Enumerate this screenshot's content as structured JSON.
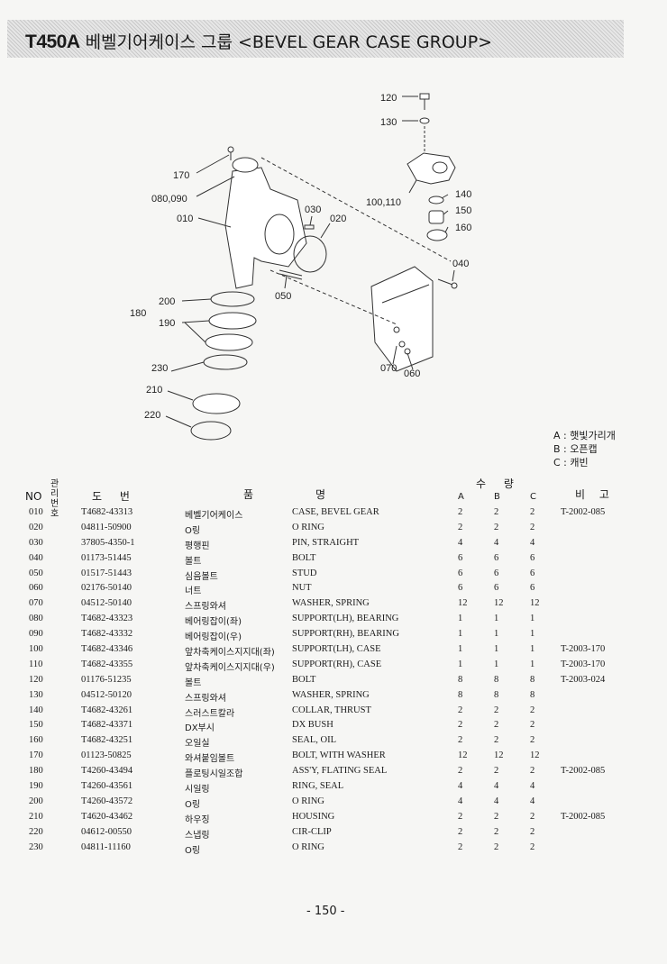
{
  "header": {
    "model": "T450A",
    "title_kr": "베벨기어케이스 그룹",
    "title_en": "<BEVEL GEAR CASE GROUP>"
  },
  "diagram_labels": [
    "120",
    "130",
    "170",
    "080,090",
    "100,110",
    "140",
    "030",
    "020",
    "150",
    "010",
    "160",
    "040",
    "050",
    "200",
    "180",
    "190",
    "230",
    "070",
    "060",
    "210",
    "220"
  ],
  "legend": [
    "A : 햇빛가리개",
    "B : 오픈캡",
    "C : 캐빈"
  ],
  "table_header": {
    "no": "NO",
    "mgmt": "관리 번호",
    "code": "도 번",
    "name_part1": "품",
    "name_part2": "명",
    "qty": "수 량",
    "a": "A",
    "b": "B",
    "c": "C",
    "remark": "비 고"
  },
  "rows": [
    {
      "no": "010",
      "code": "T4682-43313",
      "kr": "베벨기어케이스",
      "en": "CASE, BEVEL GEAR",
      "a": "2",
      "b": "2",
      "c": "2",
      "remark": "T-2002-085"
    },
    {
      "no": "020",
      "code": "04811-50900",
      "kr": "O링",
      "en": "O RING",
      "a": "2",
      "b": "2",
      "c": "2",
      "remark": ""
    },
    {
      "no": "030",
      "code": "37805-4350-1",
      "kr": "평행핀",
      "en": "PIN, STRAIGHT",
      "a": "4",
      "b": "4",
      "c": "4",
      "remark": ""
    },
    {
      "no": "040",
      "code": "01173-51445",
      "kr": "볼트",
      "en": "BOLT",
      "a": "6",
      "b": "6",
      "c": "6",
      "remark": ""
    },
    {
      "no": "050",
      "code": "01517-51443",
      "kr": "심음볼트",
      "en": "STUD",
      "a": "6",
      "b": "6",
      "c": "6",
      "remark": ""
    },
    {
      "no": "060",
      "code": "02176-50140",
      "kr": "너트",
      "en": "NUT",
      "a": "6",
      "b": "6",
      "c": "6",
      "remark": ""
    },
    {
      "no": "070",
      "code": "04512-50140",
      "kr": "스프링와셔",
      "en": "WASHER, SPRING",
      "a": "12",
      "b": "12",
      "c": "12",
      "remark": ""
    },
    {
      "no": "080",
      "code": "T4682-43323",
      "kr": "베어링잡이(좌)",
      "en": "SUPPORT(LH), BEARING",
      "a": "1",
      "b": "1",
      "c": "1",
      "remark": ""
    },
    {
      "no": "090",
      "code": "T4682-43332",
      "kr": "베어링잡이(우)",
      "en": "SUPPORT(RH), BEARING",
      "a": "1",
      "b": "1",
      "c": "1",
      "remark": ""
    },
    {
      "no": "100",
      "code": "T4682-43346",
      "kr": "앞차축케이스지지대(좌)",
      "en": "SUPPORT(LH), CASE",
      "a": "1",
      "b": "1",
      "c": "1",
      "remark": "T-2003-170"
    },
    {
      "no": "110",
      "code": "T4682-43355",
      "kr": "앞차축케이스지지대(우)",
      "en": "SUPPORT(RH), CASE",
      "a": "1",
      "b": "1",
      "c": "1",
      "remark": "T-2003-170"
    },
    {
      "no": "120",
      "code": "01176-51235",
      "kr": "볼트",
      "en": "BOLT",
      "a": "8",
      "b": "8",
      "c": "8",
      "remark": "T-2003-024"
    },
    {
      "no": "130",
      "code": "04512-50120",
      "kr": "스프링와셔",
      "en": "WASHER, SPRING",
      "a": "8",
      "b": "8",
      "c": "8",
      "remark": ""
    },
    {
      "no": "140",
      "code": "T4682-43261",
      "kr": "스러스트칼라",
      "en": "COLLAR, THRUST",
      "a": "2",
      "b": "2",
      "c": "2",
      "remark": ""
    },
    {
      "no": "150",
      "code": "T4682-43371",
      "kr": "DX부시",
      "en": "DX BUSH",
      "a": "2",
      "b": "2",
      "c": "2",
      "remark": ""
    },
    {
      "no": "160",
      "code": "T4682-43251",
      "kr": "오일실",
      "en": "SEAL, OIL",
      "a": "2",
      "b": "2",
      "c": "2",
      "remark": ""
    },
    {
      "no": "170",
      "code": "01123-50825",
      "kr": "와셔붙임볼트",
      "en": "BOLT, WITH WASHER",
      "a": "12",
      "b": "12",
      "c": "12",
      "remark": ""
    },
    {
      "no": "180",
      "code": "T4260-43494",
      "kr": "플로팅시일조합",
      "en": "ASS'Y, FLATING SEAL",
      "a": "2",
      "b": "2",
      "c": "2",
      "remark": "T-2002-085"
    },
    {
      "no": "190",
      "code": "T4260-43561",
      "kr": "시일링",
      "en": "RING, SEAL",
      "a": "4",
      "b": "4",
      "c": "4",
      "remark": ""
    },
    {
      "no": "200",
      "code": "T4260-43572",
      "kr": "O링",
      "en": "O RING",
      "a": "4",
      "b": "4",
      "c": "4",
      "remark": ""
    },
    {
      "no": "210",
      "code": "T4620-43462",
      "kr": "하우징",
      "en": "HOUSING",
      "a": "2",
      "b": "2",
      "c": "2",
      "remark": "T-2002-085"
    },
    {
      "no": "220",
      "code": "04612-00550",
      "kr": "스냅링",
      "en": "CIR-CLIP",
      "a": "2",
      "b": "2",
      "c": "2",
      "remark": ""
    },
    {
      "no": "230",
      "code": "04811-11160",
      "kr": "O링",
      "en": "O RING",
      "a": "2",
      "b": "2",
      "c": "2",
      "remark": ""
    }
  ],
  "page_number": "- 150 -"
}
